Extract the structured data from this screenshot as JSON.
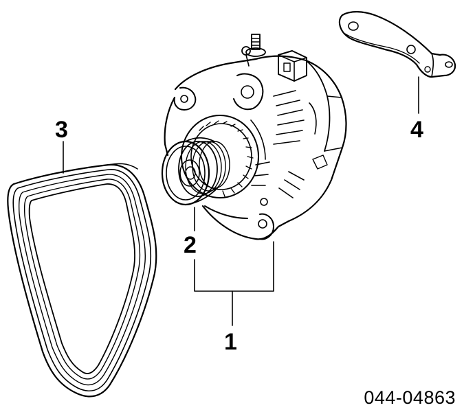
{
  "callouts": {
    "part_1": "1",
    "part_2": "2",
    "part_3": "3",
    "part_4": "4"
  },
  "diagram_code": "044-04863"
}
